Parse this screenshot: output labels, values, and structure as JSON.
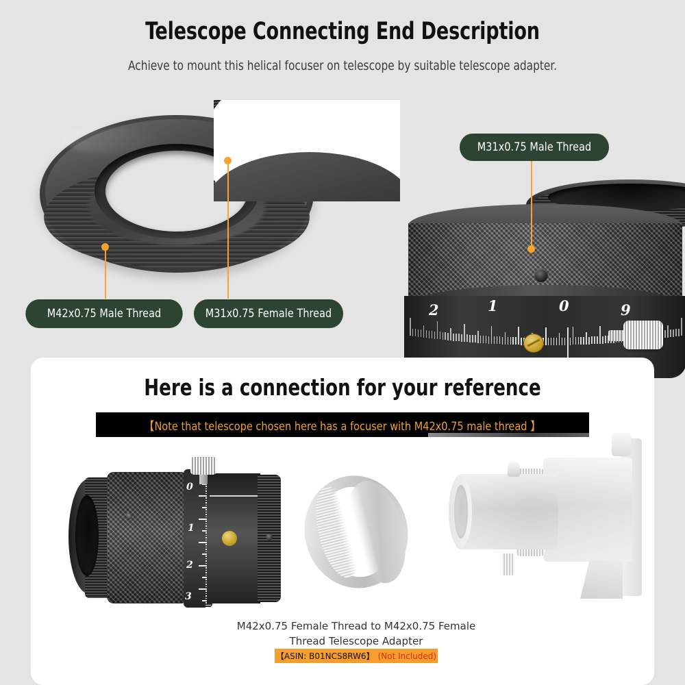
{
  "header": {
    "title": "Telescope Connecting End Description",
    "subtitle": "Achieve to mount this helical focuser on telescope by suitable telescope adapter."
  },
  "colors": {
    "page_background": "#e4e4e4",
    "label_pill": "#2d4433",
    "leader_line": "#f5a431",
    "note_bar_background": "#000000",
    "note_bar_text": "#f0a02a",
    "asin_badge_background": "#f59d2e",
    "not_included_text": "#d83018",
    "panel_background": "#ffffff"
  },
  "callouts": [
    {
      "id": "m42-male",
      "label": "M42x0.75 Male Thread"
    },
    {
      "id": "m31-female",
      "label": "M31x0.75 Female Thread"
    },
    {
      "id": "m31-male",
      "label": "M31x0.75 Male Thread"
    }
  ],
  "top_right_focuser": {
    "dial_numbers": [
      "2",
      "1",
      "0",
      "9"
    ]
  },
  "bottom_panel": {
    "title": "Here is a connection for your reference",
    "note": "【Note that telescope chosen here has a focuser with M42x0.75 male thread 】",
    "focuser_dial_numbers": [
      "0",
      "1",
      "2",
      "3"
    ],
    "adapter_caption": "M42x0.75 Female Thread to M42x0.75 Female Thread Telescope Adapter",
    "asin_code": "【ASIN: B01NCS8RW6】",
    "asin_note": "(Not Included)"
  }
}
